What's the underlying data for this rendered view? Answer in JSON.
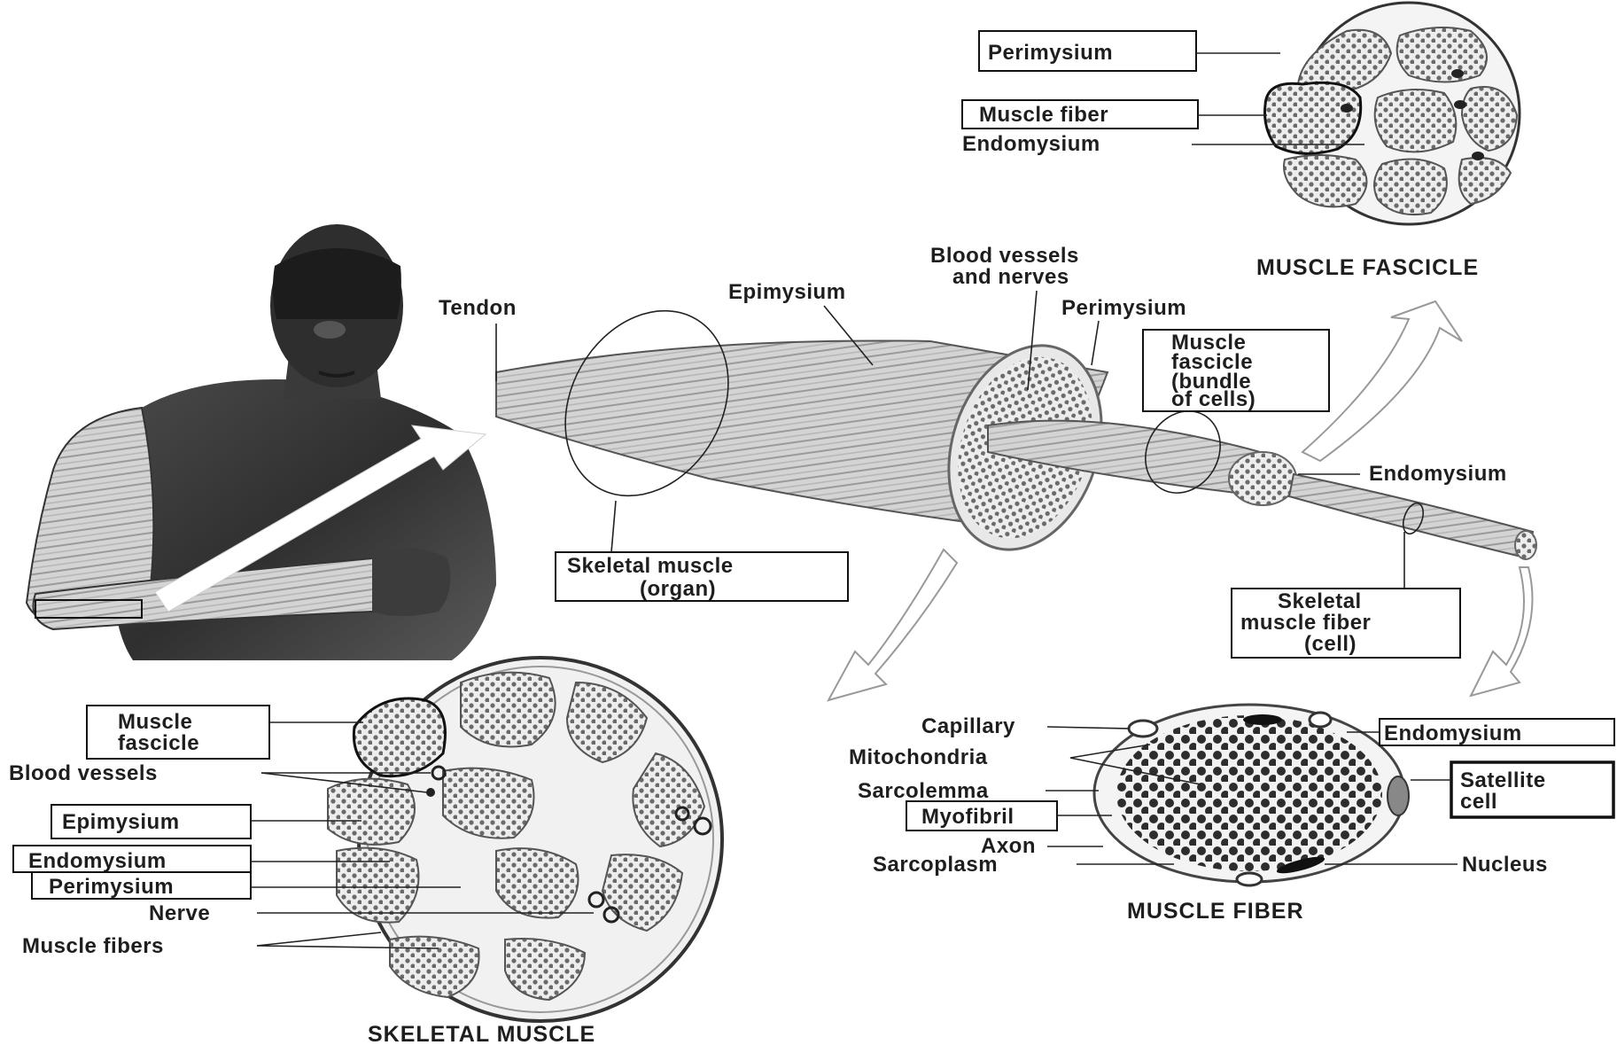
{
  "fascicle_panel": {
    "title": "MUSCLE FASCICLE",
    "perimysium": "Perimysium",
    "muscle_fiber": "Muscle fiber",
    "endomysium": "Endomysium"
  },
  "arm_panel": {
    "tendon": "Tendon",
    "epimysium": "Epimysium",
    "blood_vessels_1": "Blood vessels",
    "blood_vessels_2": "and nerves",
    "perimysium": "Perimysium",
    "muscle_fascicle_1": "Muscle",
    "muscle_fascicle_2": "fascicle",
    "muscle_fascicle_3": "(bundle",
    "muscle_fascicle_4": "of cells)",
    "endomysium": "Endomysium",
    "skeletal_muscle_1": "Skeletal muscle",
    "skeletal_muscle_2": "(organ)",
    "skeletal_fiber_1": "Skeletal",
    "skeletal_fiber_2": "muscle fiber",
    "skeletal_fiber_3": "(cell)"
  },
  "skeletal_panel": {
    "title": "SKELETAL MUSCLE",
    "muscle_fascicle_1": "Muscle",
    "muscle_fascicle_2": "fascicle",
    "blood_vessels": "Blood vessels",
    "epimysium": "Epimysium",
    "endomysium": "Endomysium",
    "perimysium": "Perimysium",
    "nerve": "Nerve",
    "muscle_fibers": "Muscle fibers"
  },
  "fiber_panel": {
    "title": "MUSCLE FIBER",
    "capillary": "Capillary",
    "mitochondria": "Mitochondria",
    "sarcolemma": "Sarcolemma",
    "myofibril": "Myofibril",
    "axon": "Axon",
    "sarcoplasm": "Sarcoplasm",
    "endomysium": "Endomysium",
    "satellite_1": "Satellite",
    "satellite_2": "cell",
    "nucleus": "Nucleus"
  }
}
